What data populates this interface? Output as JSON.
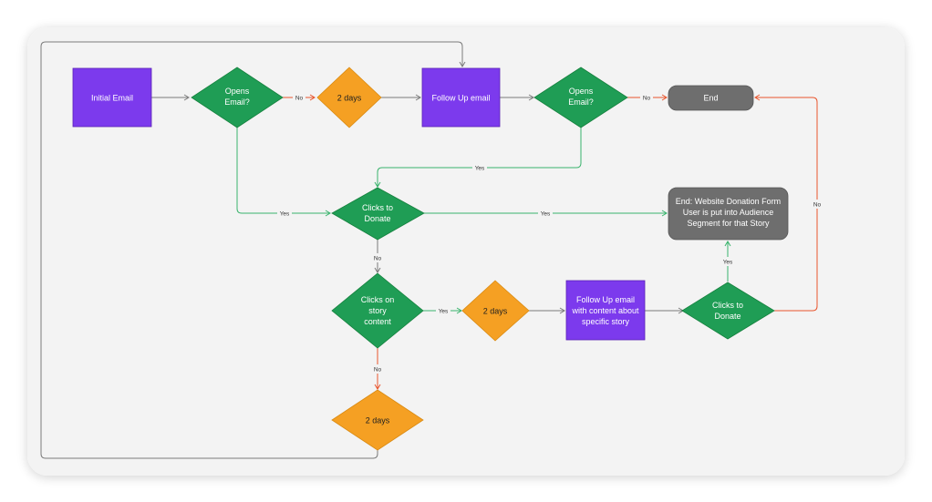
{
  "colors": {
    "purple": "#7c3aed",
    "green": "#1f9d55",
    "orange": "#f5a023",
    "gray": "#6e6e6e",
    "edge_gray": "#7b7b7b",
    "edge_green": "#39b36c",
    "edge_red": "#e8542c",
    "panel": "#f3f3f3"
  },
  "nodes": {
    "initial_email": {
      "lines": [
        "Initial Email"
      ]
    },
    "opens_email_1": {
      "lines": [
        "Opens",
        "Email?"
      ]
    },
    "wait_2days_1": {
      "lines": [
        "2 days"
      ]
    },
    "follow_up_email": {
      "lines": [
        "Follow Up email"
      ]
    },
    "opens_email_2": {
      "lines": [
        "Opens",
        "Email?"
      ]
    },
    "end": {
      "lines": [
        "End"
      ]
    },
    "clicks_to_donate_1": {
      "lines": [
        "Clicks to",
        "Donate"
      ]
    },
    "end_donation": {
      "lines": [
        "End: Website Donation Form",
        "User is put into Audience",
        "Segment for that Story"
      ]
    },
    "clicks_on_story": {
      "lines": [
        "Clicks on",
        "story",
        "content"
      ]
    },
    "wait_2days_2": {
      "lines": [
        "2 days"
      ]
    },
    "follow_up_story": {
      "lines": [
        "Follow Up email",
        "with content about",
        "specific story"
      ]
    },
    "clicks_to_donate_2": {
      "lines": [
        "Clicks to",
        "Donate"
      ]
    },
    "wait_2days_3": {
      "lines": [
        "2 days"
      ]
    }
  },
  "edge_labels": {
    "opens1_no": "No",
    "opens2_no": "No",
    "opens2_yes": "Yes",
    "opens1_yes": "Yes",
    "donate1_yes": "Yes",
    "donate1_no": "No",
    "story_yes": "Yes",
    "story_no": "No",
    "donate2_yes": "Yes",
    "donate2_no": "No"
  }
}
